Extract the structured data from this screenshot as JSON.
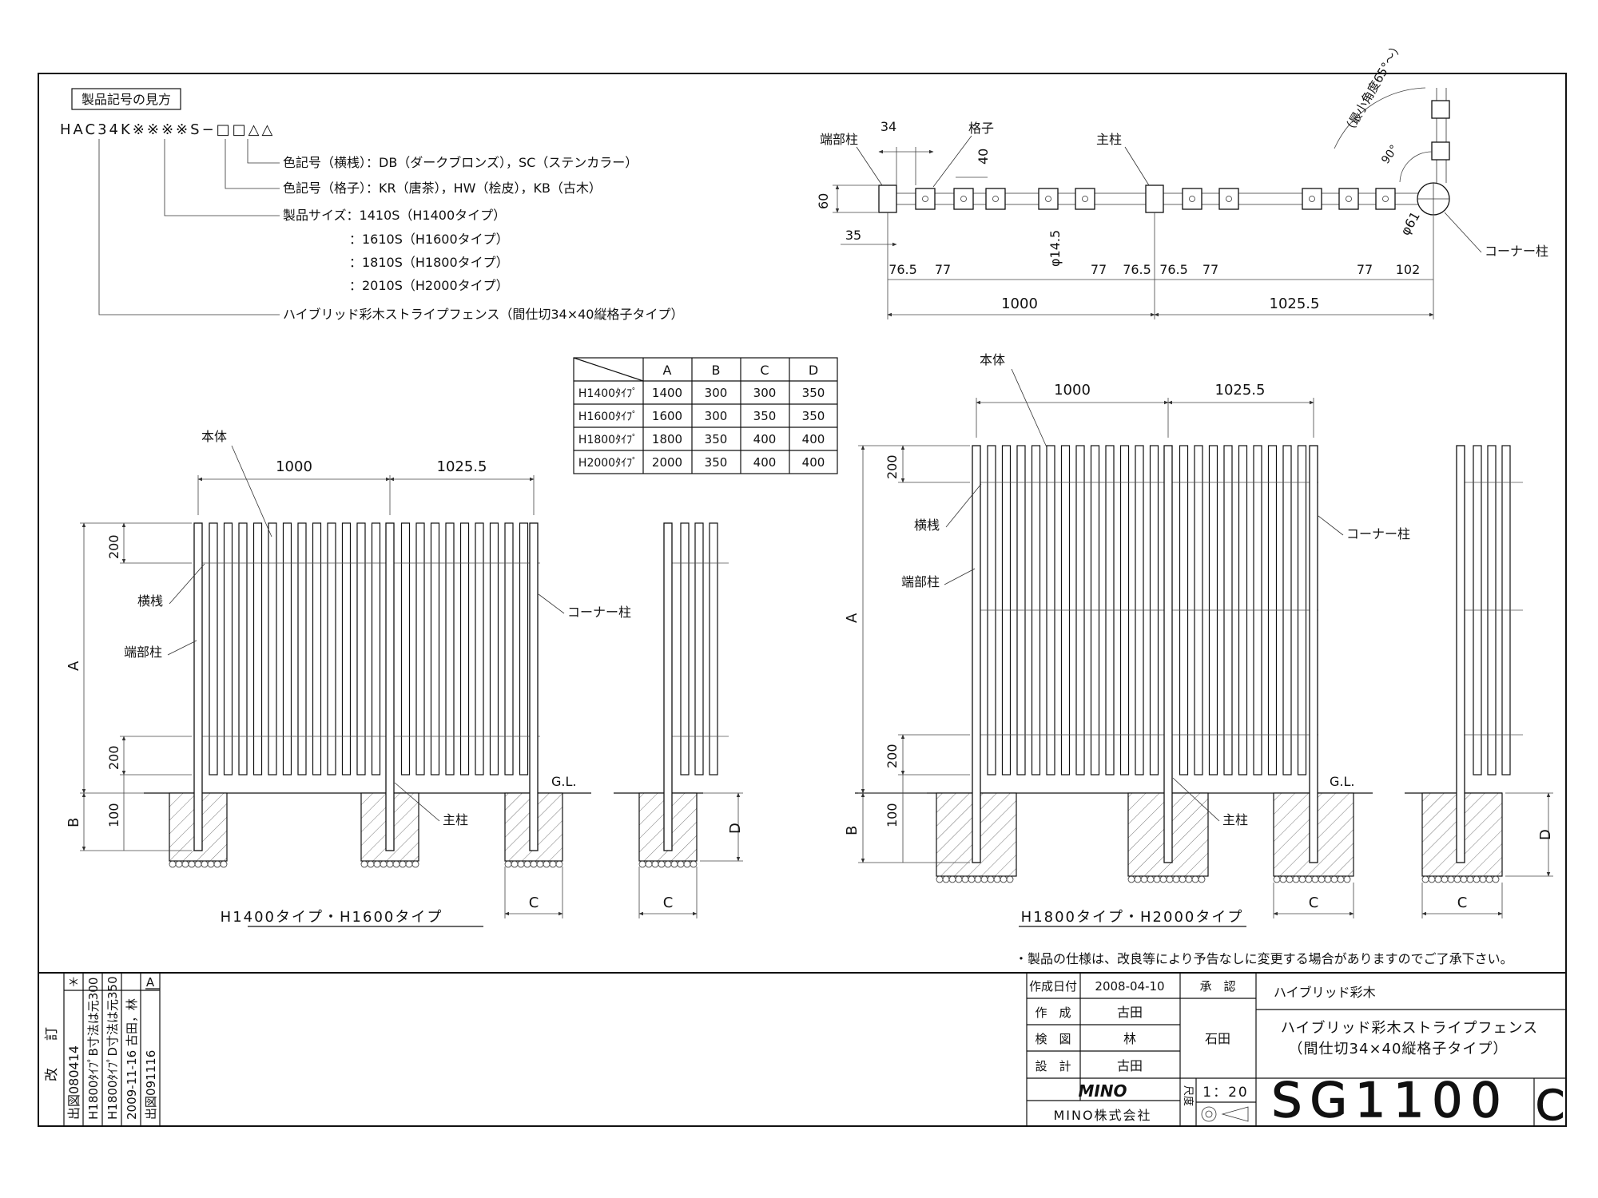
{
  "legend": {
    "box_title": "製品記号の見方",
    "code": "HAC34K※※※※S−□□△△",
    "lines": [
      "色記号（横桟）：DB（ダークブロンズ），SC（ステンカラー）",
      "色記号（格子）：KR（唐茶），HW（桧皮），KB（古木）",
      "製品サイズ：1410S（H1400タイプ）",
      "：1610S（H1600タイプ）",
      "：1810S（H1800タイプ）",
      "：2010S（H2000タイプ）",
      "ハイブリッド彩木ストライプフェンス（間仕切34×40縦格子タイプ）"
    ]
  },
  "dim_table": {
    "headers": [
      "A",
      "B",
      "C",
      "D"
    ],
    "rows": [
      {
        "type": "H1400ﾀｲﾌﾟ",
        "values": [
          "1400",
          "300",
          "300",
          "350"
        ]
      },
      {
        "type": "H1600ﾀｲﾌﾟ",
        "values": [
          "1600",
          "300",
          "350",
          "350"
        ]
      },
      {
        "type": "H1800ﾀｲﾌﾟ",
        "values": [
          "1800",
          "350",
          "400",
          "400"
        ]
      },
      {
        "type": "H2000ﾀｲﾌﾟ",
        "values": [
          "2000",
          "350",
          "400",
          "400"
        ]
      }
    ]
  },
  "plan": {
    "labels": {
      "end_post": "端部柱",
      "lattice": "格子",
      "main_post": "主柱",
      "corner_post": "コーナー柱",
      "min_angle": "（最小角度65°〜）",
      "angle_90": "90°"
    },
    "dims": {
      "d34": "34",
      "d40": "40",
      "d60": "60",
      "d35": "35",
      "d145": "φ14.5",
      "d61": "φ61",
      "d765": "76.5",
      "d77": "77",
      "d102": "102",
      "d1000": "1000",
      "d10255": "1025.5"
    }
  },
  "elev": {
    "labels": {
      "body": "本体",
      "rail": "横桟",
      "end_post": "端部柱",
      "corner_post": "コーナー柱",
      "main_post": "主柱",
      "gl": "G.L."
    },
    "dims": {
      "d1000": "1000",
      "d10255": "1025.5",
      "d200": "200",
      "d100": "100",
      "A": "A",
      "B": "B",
      "C": "C",
      "D": "D"
    },
    "caption_left": "H1400タイプ・H1600タイプ",
    "caption_right": "H1800タイプ・H2000タイプ"
  },
  "note": "・製品の仕様は、改良等により予告なしに変更する場合がありますのでご了承下さい。",
  "revision": {
    "header": "改　　訂",
    "entries": [
      {
        "text": "出図080414",
        "mark": "＊"
      },
      {
        "text": "H1800ﾀｲﾌﾟB寸法は元300",
        "mark": ""
      },
      {
        "text": "H1800ﾀｲﾌﾟD寸法は元350",
        "mark": "A"
      },
      {
        "text": "2009-11-16 古田，林",
        "mark": ""
      },
      {
        "text": "出図091116",
        "mark": ""
      }
    ]
  },
  "title_block": {
    "date_label": "作成日付",
    "date": "2008-04-10",
    "approve_label": "承　認",
    "approver": "石田",
    "author_label": "作　成",
    "author": "古田",
    "check_label": "検　図",
    "checker": "林",
    "design_label": "設　計",
    "designer": "古田",
    "logo": "MINO",
    "company": "MINO株式会社",
    "brand": "ハイブリッド彩木",
    "product_title_1": "ハイブリッド彩木ストライプフェンス",
    "product_title_2": "（間仕切34×40縦格子タイプ）",
    "scale_label": "尺度",
    "scale": "1：20",
    "drawing_no": "SG1100",
    "revision_letter": "C"
  }
}
